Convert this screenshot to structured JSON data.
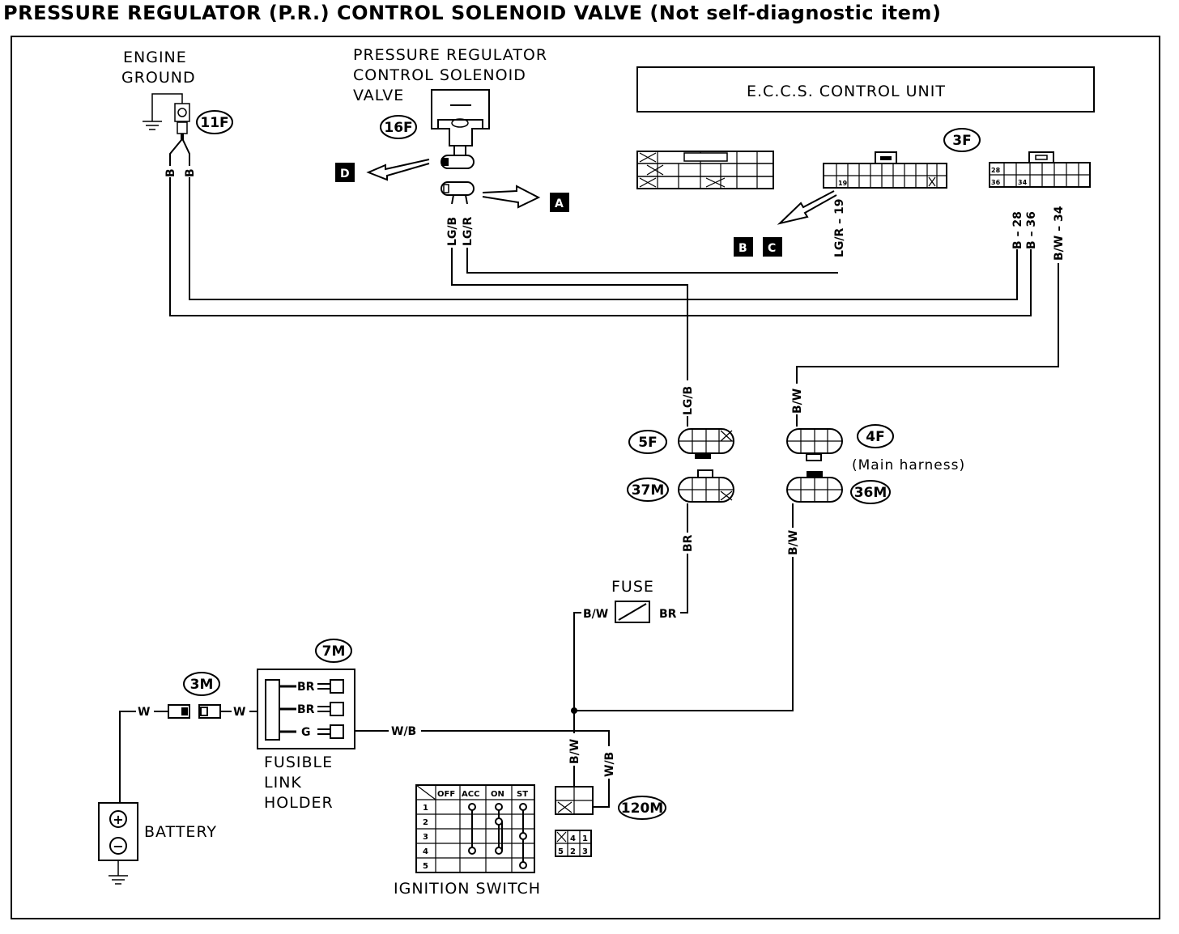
{
  "title": "PRESSURE REGULATOR (P.R.) CONTROL SOLENOID VALVE (Not self-diagnostic item)",
  "components": {
    "engine_ground": [
      "ENGINE",
      "GROUND"
    ],
    "pr_valve": [
      "PRESSURE REGULATOR",
      "CONTROL SOLENOID",
      "VALVE"
    ],
    "eccs": "E.C.C.S. CONTROL UNIT",
    "fuse": "FUSE",
    "fusible_link": [
      "FUSIBLE",
      "LINK",
      "HOLDER"
    ],
    "battery": "BATTERY",
    "ignition_switch": "IGNITION SWITCH",
    "main_harness": "(Main harness)"
  },
  "connectors": {
    "c11F": "11F",
    "c16F": "16F",
    "c3F": "3F",
    "c5F": "5F",
    "c37M": "37M",
    "c4F": "4F",
    "c36M": "36M",
    "c7M": "7M",
    "c3M": "3M",
    "c120M": "120M"
  },
  "refs": {
    "A": "A",
    "B": "B",
    "C": "C",
    "D": "D"
  },
  "wires": {
    "b": "B",
    "lgb": "LG/B",
    "lgr": "LG/R",
    "lgr19": "LG/R – 19",
    "b28": "B – 28",
    "b36": "B – 36",
    "bw34": "B/W – 34",
    "bw": "B/W",
    "br": "BR",
    "w": "W",
    "wb": "W/B",
    "g": "G"
  },
  "pins": {
    "p19": "19",
    "p28": "28",
    "p36": "36",
    "p34": "34",
    "c120m_pins": [
      "4",
      "1",
      "5",
      "2",
      "3"
    ]
  },
  "ignition_table": {
    "headers": [
      "OFF",
      "ACC",
      "ON",
      "ST"
    ],
    "rows": [
      "1",
      "2",
      "3",
      "4",
      "5"
    ]
  },
  "symbols": {
    "battery_plus": "+",
    "battery_minus": "−"
  }
}
